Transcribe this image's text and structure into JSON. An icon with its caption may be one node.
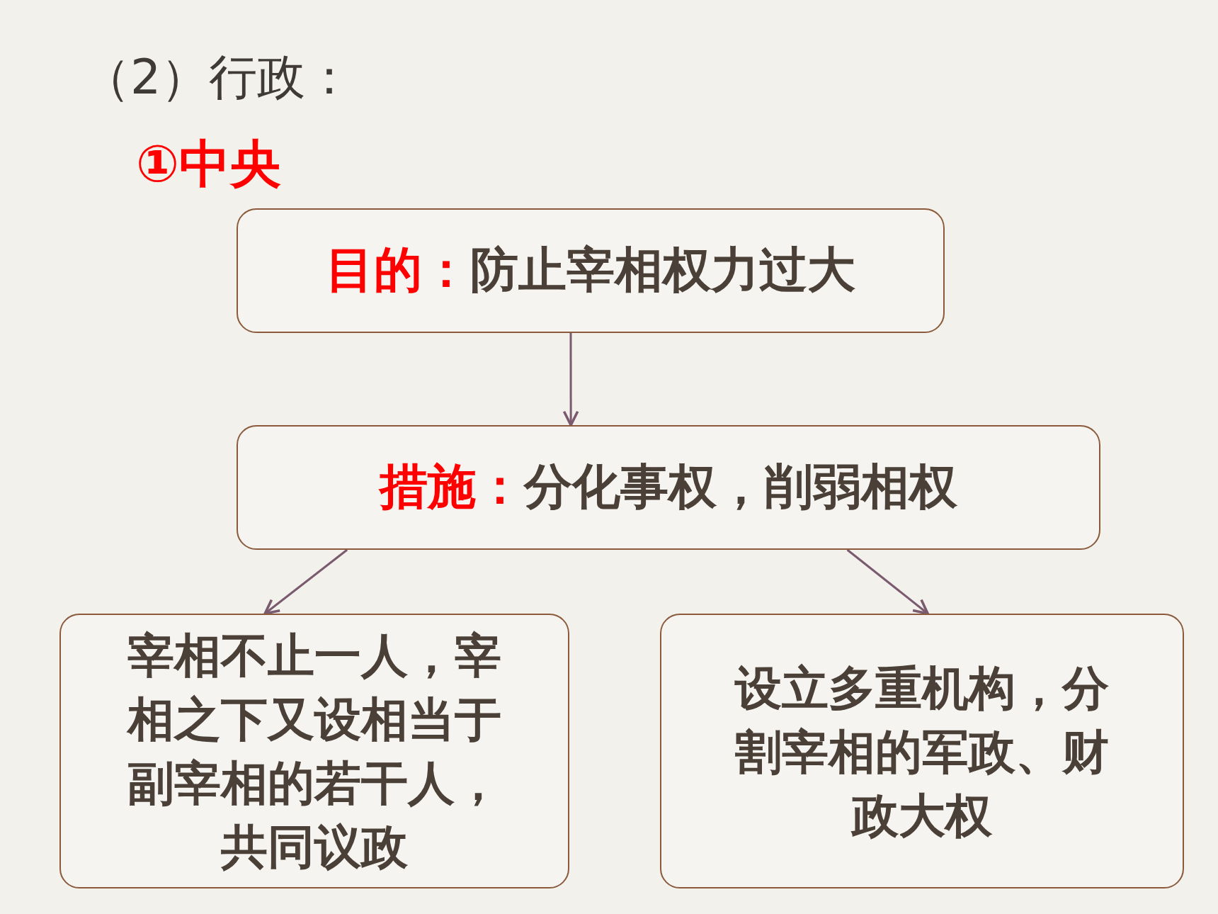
{
  "diagram": {
    "title": "（2）行政：",
    "nodes": [
      {
        "text": [
          "目的：",
          "防止宰相权力过大"
        ]
      },
      {
        "text": [
          "措施：",
          "分化事权，削弱相权"
        ]
      },
      {
        "text": [
          "宰相不止一人，宰相之下又设相当于副宰相的若干人，共同议政"
        ]
      },
      {
        "text": [
          "设立多重机构，分割宰相的军政、财政大权"
        ]
      }
    ],
    "edges": [
      {
        "from": 0,
        "to": 1,
        "arrow": "to"
      },
      {
        "from": 1,
        "to": 2,
        "arrow": "to"
      },
      {
        "from": 1,
        "to": 3,
        "arrow": "to"
      }
    ],
    "labels": [
      "①中央"
    ]
  }
}
